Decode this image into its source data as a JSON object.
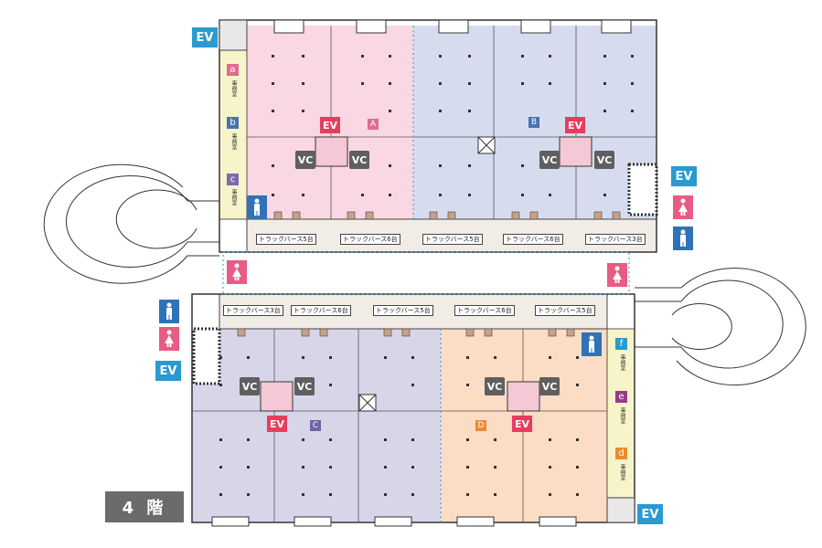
{
  "floor_label": "4 階",
  "elevator_label": "EV",
  "vc_label": "VC",
  "office_label": "事務室",
  "truck_berths": {
    "north": [
      "トラックバース5台",
      "トラックバース6台",
      "トラックバース5台",
      "トラックバース6台",
      "トラックバース3台"
    ],
    "south": [
      "トラックバース3台",
      "トラックバース6台",
      "トラックバース5台",
      "トラックバース6台",
      "トラックバース5台"
    ]
  },
  "zones": [
    {
      "label": "A",
      "color": "#f9d7e3",
      "tag_color": "#e06b93"
    },
    {
      "label": "B",
      "color": "#d6dcee",
      "tag_color": "#4a72b0"
    },
    {
      "label": "C",
      "color": "#d8d5e9",
      "tag_color": "#6e65a8"
    },
    {
      "label": "D",
      "color": "#fbdcc4",
      "tag_color": "#ec8a32"
    }
  ],
  "offices": [
    {
      "letter": "a",
      "color": "#e06b93"
    },
    {
      "letter": "b",
      "color": "#4a72b0"
    },
    {
      "letter": "c",
      "color": "#7d6ab0"
    },
    {
      "letter": "d",
      "color": "#ec8a32"
    },
    {
      "letter": "e",
      "color": "#9b3a8a"
    },
    {
      "letter": "f",
      "color": "#2a9ad1"
    }
  ],
  "colors": {
    "ev_blue": "#2a9ad1",
    "ev_red": "#e83c5e",
    "vc_gray": "#5f5f5f",
    "office_yellow": "#f7f4c9",
    "toilet_male": "#2f72b8",
    "toilet_female": "#e85b84"
  }
}
